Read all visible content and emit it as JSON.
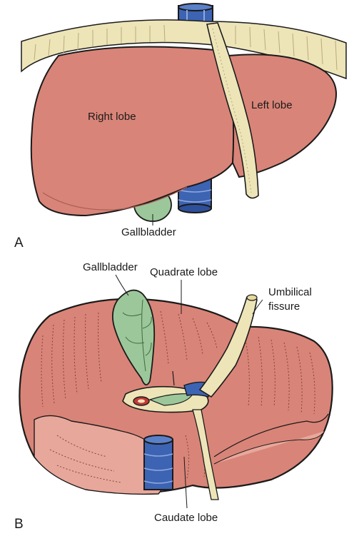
{
  "panel_a": {
    "letter": "A",
    "labels": {
      "right_lobe": "Right lobe",
      "left_lobe": "Left lobe",
      "gallbladder": "Gallbladder"
    }
  },
  "panel_b": {
    "letter": "B",
    "labels": {
      "gallbladder": "Gallbladder",
      "quadrate_lobe": "Quadrate lobe",
      "umbilical_fissure_1": "Umbilical",
      "umbilical_fissure_2": "fissure",
      "caudate_lobe": "Caudate lobe"
    }
  },
  "colors": {
    "liver": "#d98478",
    "liver_light": "#e8a79b",
    "vena_cava": "#3d63b3",
    "gallbladder": "#9cc79a",
    "ligament": "#ede4b8",
    "outline": "#1a1a1a"
  }
}
